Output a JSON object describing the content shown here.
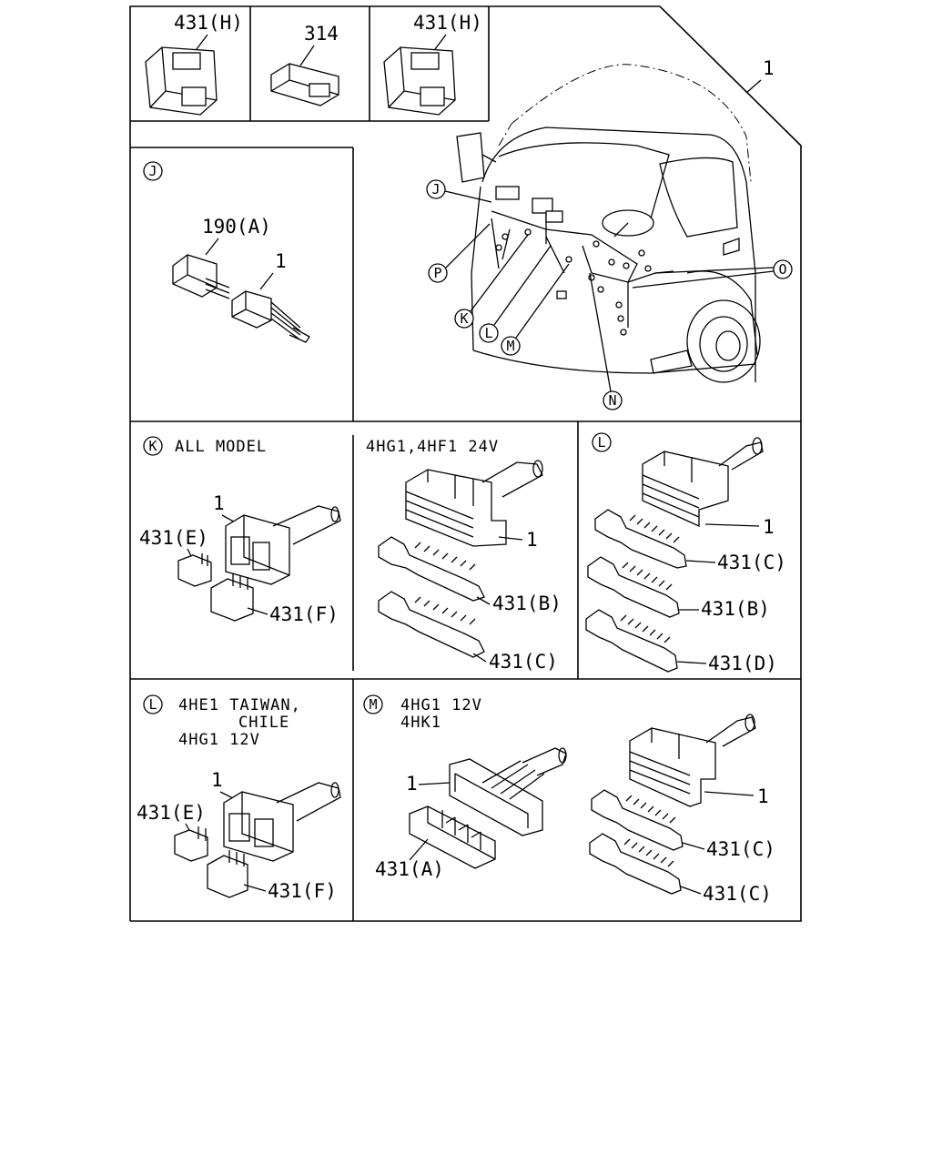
{
  "top_row": {
    "left_label": "431(H)",
    "mid_label": "314",
    "right_label": "431(H)"
  },
  "overview": {
    "callout_1": "1",
    "markers": [
      "J",
      "P",
      "K",
      "L",
      "M",
      "N",
      "O"
    ]
  },
  "panel_j": {
    "marker": "J",
    "label_190a": "190(A)",
    "label_1": "1"
  },
  "panel_k": {
    "marker": "K",
    "title": "ALL MODEL",
    "label_1": "1",
    "label_e": "431(E)",
    "label_f": "431(F)"
  },
  "panel_k24": {
    "title": "4HG1,4HF1 24V",
    "label_1": "1",
    "label_b": "431(B)",
    "label_c": "431(C)"
  },
  "panel_l1": {
    "marker": "L",
    "label_1": "1",
    "label_c": "431(C)",
    "label_b": "431(B)",
    "label_d": "431(D)"
  },
  "panel_l2": {
    "marker": "L",
    "title_line1": "4HE1 TAIWAN,",
    "title_line2": "CHILE",
    "title_line3": "4HG1 12V",
    "label_1": "1",
    "label_e": "431(E)",
    "label_f": "431(F)"
  },
  "panel_m": {
    "marker": "M",
    "title_line1": "4HG1 12V",
    "title_line2": "4HK1",
    "label_1a": "1",
    "label_a": "431(A)",
    "label_1b": "1",
    "label_c1": "431(C)",
    "label_c2": "431(C)"
  }
}
